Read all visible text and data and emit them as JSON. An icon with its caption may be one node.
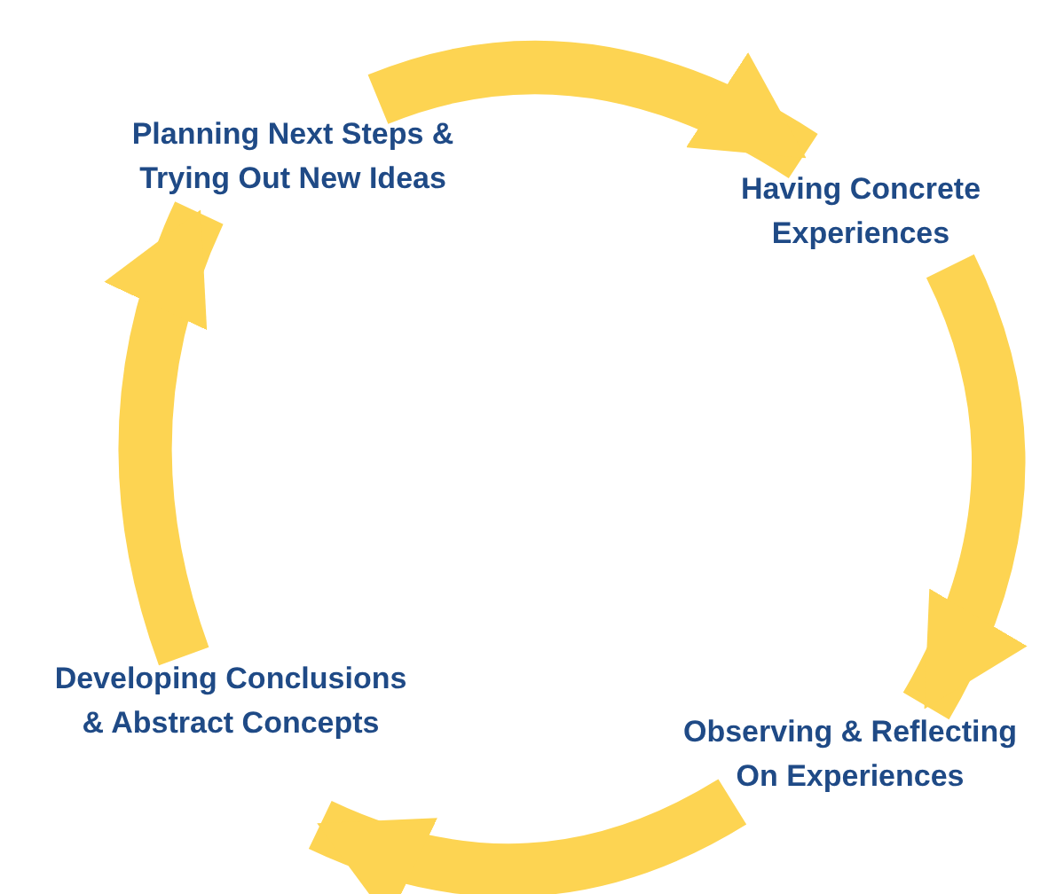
{
  "diagram": {
    "nodes": [
      {
        "text": [
          "Planning Next Steps & Trying Out New Ideas"
        ]
      },
      {
        "text": [
          "Having Concrete Experiences"
        ]
      },
      {
        "text": [
          "Observing & Reflecting On Experiences"
        ]
      },
      {
        "text": [
          "Developing Conclusions & Abstract Concepts"
        ]
      }
    ],
    "edges": [
      {
        "from": 0,
        "to": 1,
        "arrow": "to"
      },
      {
        "from": 1,
        "to": 2,
        "arrow": "to"
      },
      {
        "from": 2,
        "to": 3,
        "arrow": "to"
      },
      {
        "from": 3,
        "to": 0,
        "arrow": "to"
      }
    ]
  }
}
